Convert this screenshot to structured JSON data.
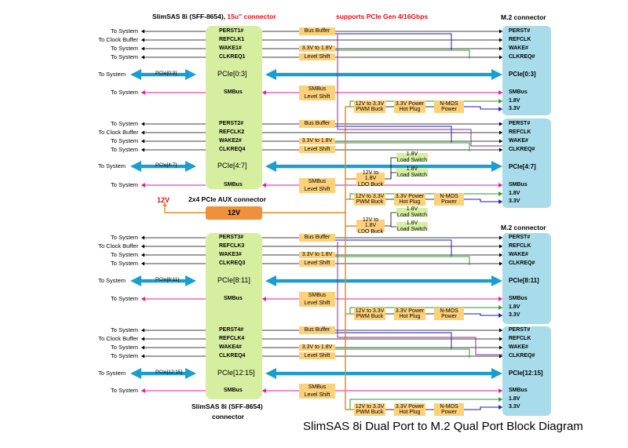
{
  "title": "SlimSAS 8i Dual Port to M.2 Qual Port Block Diagram",
  "header": {
    "slimsas_prefix": "SlimSAS 8i (SFF-8654), ",
    "slimsas_suffix": "15u\" connector",
    "pcie_support": "supports PCIe Gen 4/16Gbps",
    "m2_connector": "M.2 connector",
    "aux_connector": "2x4 PCIe AUX connector",
    "bottom_slimsas": "SlimSAS 8i (SFF-8654)",
    "bottom_connector": "connector"
  },
  "labels": {
    "to_system": "To System",
    "to_clock_buffer": "To Clock Buffer",
    "bus_buffer": "Bus Buffer",
    "level_33_18": "3.3V to 1.8V",
    "level_shift": "Level Shift",
    "smbus": "SMBus",
    "pwm_buck": "12V to 3.3V\nPWM Buck",
    "hot_plug": "3.3V Power\nHot Plug",
    "nmos": "N-MOS\nPower",
    "ldo": "12V to 1.8V\nLDO Buck",
    "load_switch": "1.8V\nLoad Switch",
    "v12": "12V",
    "v12_box": "12V",
    "v18": "1.8V",
    "v33": "3.3V"
  },
  "ports": [
    {
      "perst": "PERST1#",
      "refclk": "REFCLK1",
      "wake": "WAKE1#",
      "clkreq": "CLKREQ1",
      "pcie": "PCIe[0:3]",
      "arrow": "PCIe[0:3]"
    },
    {
      "perst": "PERST2#",
      "refclk": "REFCLK2",
      "wake": "WAKE2#",
      "clkreq": "CLKREQ4",
      "pcie": "PCIe[4:7]",
      "arrow": "PCIe[4:7]"
    },
    {
      "perst": "PERST3#",
      "refclk": "REFCLK3",
      "wake": "WAKE3#",
      "clkreq": "CLKREQ3",
      "pcie": "PCIe[8:11]",
      "arrow": "PCIe[8:11]"
    },
    {
      "perst": "PERST4#",
      "refclk": "REFCLK4",
      "wake": "WAKE4#",
      "clkreq": "CLKREQ4",
      "pcie": "PCIe[12:15]",
      "arrow": "PCIe[12:15]"
    }
  ],
  "m2": [
    {
      "perst": "PERST#",
      "refclk": "REFCLK",
      "wake": "WAKE#",
      "clkreq": "CLKREQ#",
      "pcie": "PCIe[0:3]"
    },
    {
      "perst": "PERST#",
      "refclk": "REFCLK",
      "wake": "WAKE#",
      "clkreq": "CLKREQ#",
      "pcie": "PCIe[4:7]"
    },
    {
      "perst": "PERST#",
      "refclk": "REFCLK",
      "wake": "WAKE#",
      "clkreq": "CLKREQ#",
      "pcie": "PCIe[8:11]"
    },
    {
      "perst": "PERST#",
      "refclk": "REFCLK",
      "wake": "WAKE#",
      "clkreq": "CLKREQ#",
      "pcie": "PCIe[12:15]"
    }
  ],
  "colors": {
    "connector_green": "#d6eea0",
    "m2_blue": "#a8dcea",
    "pcie_arrow": "#1a9ed0",
    "smbus_pink": "#e0189a",
    "signal_blue": "#1a1acc",
    "power_orange": "#e88a20",
    "power_green": "#2a9a2a",
    "purple": "#8a2a9a",
    "title_red": "#e01010"
  }
}
